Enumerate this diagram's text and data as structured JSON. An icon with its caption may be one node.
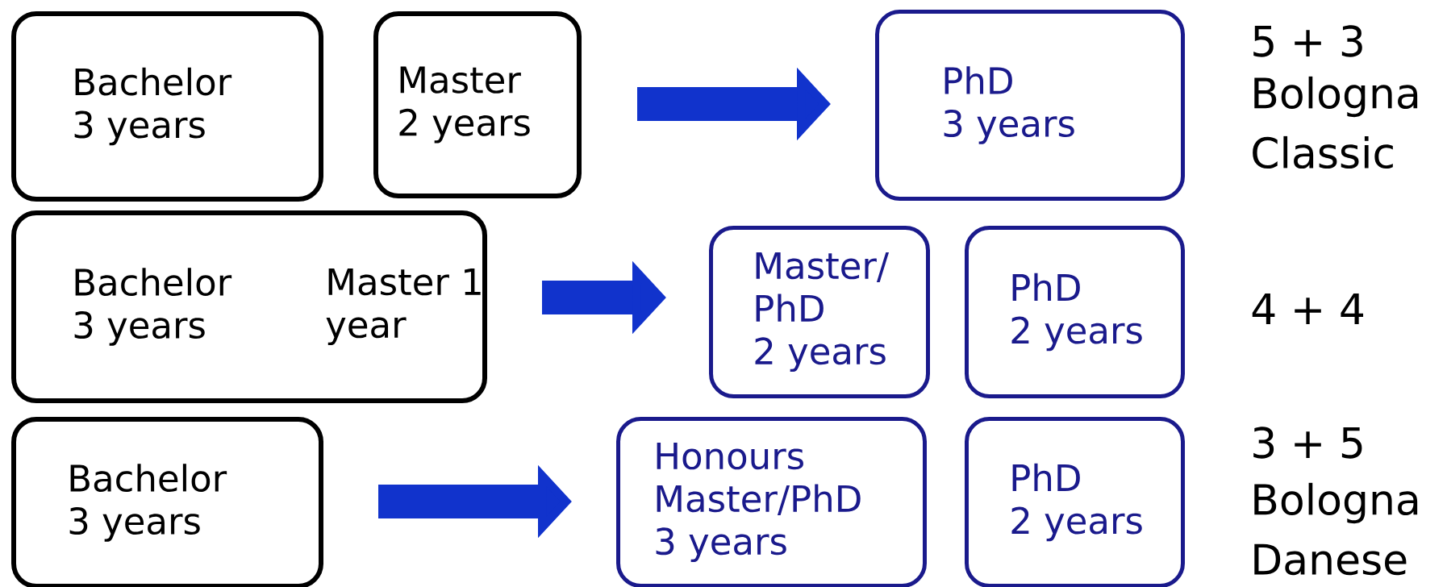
{
  "diagram": {
    "nodes": [
      {
        "text": [
          "Bachelor 3 years"
        ]
      },
      {
        "text": [
          "Master 2 years"
        ]
      },
      {
        "text": [
          "PhD 3 years"
        ]
      },
      {
        "text": [
          "Bachelor 3 years",
          "Master 1 year"
        ]
      },
      {
        "text": [
          "Master/ PhD 2 years"
        ]
      },
      {
        "text": [
          "PhD 2 years"
        ]
      },
      {
        "text": [
          "Bachelor 3 years"
        ]
      },
      {
        "text": [
          "Honours Master/PhD 3 years"
        ]
      },
      {
        "text": [
          "PhD 2 years"
        ]
      }
    ],
    "edges": [
      {
        "from": 1,
        "to": 2,
        "arrow": "to"
      },
      {
        "from": 3,
        "to": 4,
        "arrow": "to"
      },
      {
        "from": 6,
        "to": 7,
        "arrow": "to"
      }
    ],
    "labels": [
      "5 + 3",
      "Bologna",
      "Classic",
      "4 + 4",
      "3 + 5",
      "Bologna",
      "Danese"
    ]
  }
}
